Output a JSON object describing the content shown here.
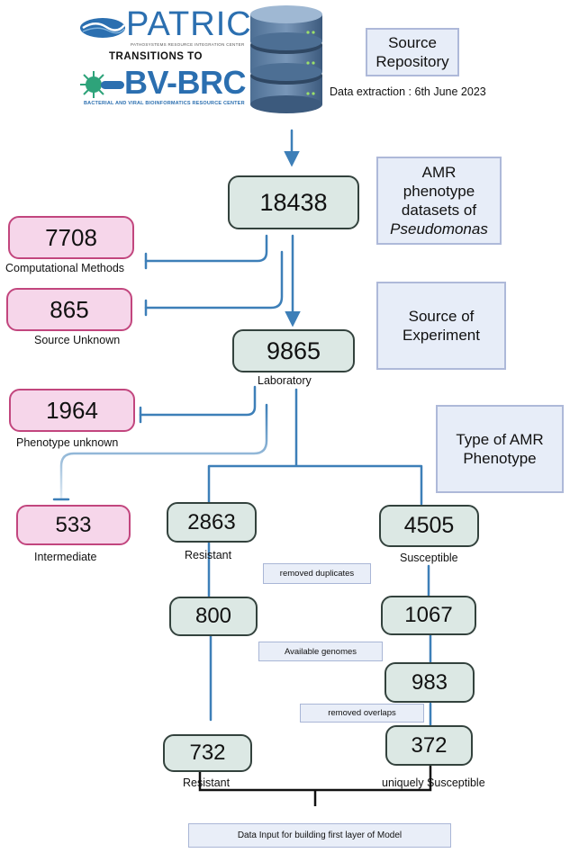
{
  "header": {
    "patric_logo_text": "PATRIC",
    "patric_subtitle": "PATHOSYSTEMS RESOURCE INTEGRATION CENTER",
    "transitions_text": "TRANSITIONS TO",
    "bvbrc_logo_text": "BV-BRC",
    "bvbrc_subtitle": "BACTERIAL AND VIRAL BIOINFORMATICS RESOURCE CENTER",
    "source_repository_line1": "Source",
    "source_repository_line2": "Repository",
    "data_extraction": "Data extraction : 6th June 2023"
  },
  "info_boxes": {
    "amr_line1": "AMR",
    "amr_line2": "phenotype",
    "amr_line3": "datasets of",
    "amr_line4": "Pseudomonas",
    "experiment_line1": "Source of",
    "experiment_line2": "Experiment",
    "type_line1": "Type of AMR",
    "type_line2": "Phenotype"
  },
  "nodes": {
    "total": {
      "value": "18438"
    },
    "computational": {
      "value": "7708",
      "label": "Computational Methods"
    },
    "source_unknown": {
      "value": "865",
      "label": "Source Unknown"
    },
    "laboratory": {
      "value": "9865",
      "label": "Laboratory"
    },
    "phenotype_unknown": {
      "value": "1964",
      "label": "Phenotype unknown"
    },
    "intermediate": {
      "value": "533",
      "label": "Intermediate"
    },
    "resistant": {
      "value": "2863",
      "label": "Resistant"
    },
    "susceptible": {
      "value": "4505",
      "label": "Susceptible"
    },
    "resistant_dedup": {
      "value": "800"
    },
    "susceptible_dedup": {
      "value": "1067"
    },
    "susceptible_genomes": {
      "value": "983"
    },
    "resistant_final": {
      "value": "732",
      "label": "Resistant"
    },
    "susceptible_final": {
      "value": "372",
      "label": "uniquely Susceptible"
    }
  },
  "tags": {
    "removed_duplicates": "removed duplicates",
    "available_genomes": "Available genomes",
    "removed_overlaps": "removed overlaps",
    "data_input": "Data Input for building first layer of Model"
  },
  "colors": {
    "arrow": "#3d7fb8",
    "green_fill": "#dce8e4",
    "green_border": "#33423d",
    "pink_fill": "#f6d6ea",
    "pink_border": "#c2467e",
    "info_fill": "#e7edf8",
    "info_border": "#aeb9d9"
  }
}
